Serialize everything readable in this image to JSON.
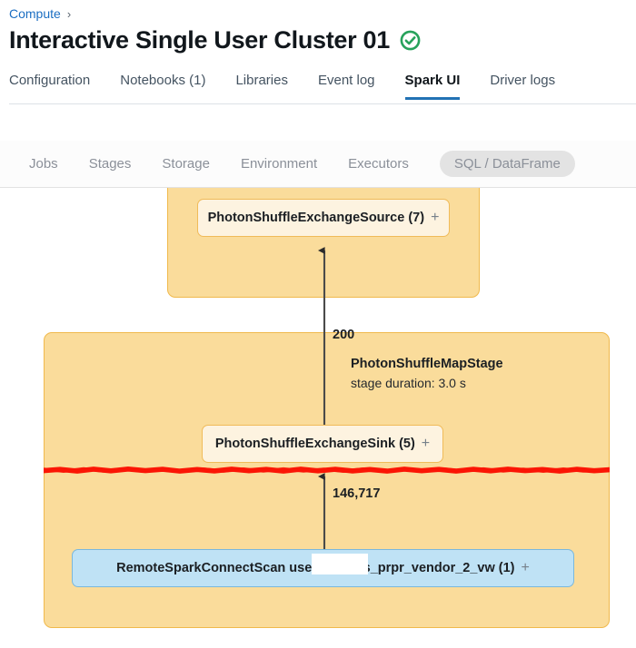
{
  "breadcrumb": {
    "parent": "Compute",
    "separator": "›"
  },
  "header": {
    "title": "Interactive Single User Cluster 01",
    "status_icon": "check-circle-icon",
    "status_color": "#27a25b"
  },
  "tabs": [
    {
      "label": "Configuration",
      "active": false
    },
    {
      "label": "Notebooks (1)",
      "active": false
    },
    {
      "label": "Libraries",
      "active": false
    },
    {
      "label": "Event log",
      "active": false
    },
    {
      "label": "Spark UI",
      "active": true
    },
    {
      "label": "Driver logs",
      "active": false
    }
  ],
  "subnav": [
    {
      "label": "Jobs",
      "selected": false
    },
    {
      "label": "Stages",
      "selected": false
    },
    {
      "label": "Storage",
      "selected": false
    },
    {
      "label": "Environment",
      "selected": false
    },
    {
      "label": "Executors",
      "selected": false
    },
    {
      "label": "SQL / DataFrame",
      "selected": true
    }
  ],
  "graph": {
    "stage": {
      "name": "PhotonShuffleMapStage",
      "duration": "stage duration: 3.0 s"
    },
    "nodes": {
      "source": {
        "label": "PhotonShuffleExchangeSource (7)",
        "expand": "+"
      },
      "sink": {
        "label": "PhotonShuffleExchangeSink (5)",
        "expand": "+"
      },
      "scan_prefix": "RemoteSparkConnectScan users.ja",
      "scan_suffix": "nd.fs_prpr_vendor_2_vw (1)",
      "scan_expand": "+"
    },
    "edges": {
      "top_rows": "200",
      "bottom_rows": "146,717"
    },
    "annotation_color": "#fb1605",
    "colors": {
      "stage_fill": "#fadc9b",
      "stage_border": "#f0b94c",
      "photon_node_fill": "#fdf3e0",
      "scan_node_fill": "#bfe2f5"
    }
  }
}
